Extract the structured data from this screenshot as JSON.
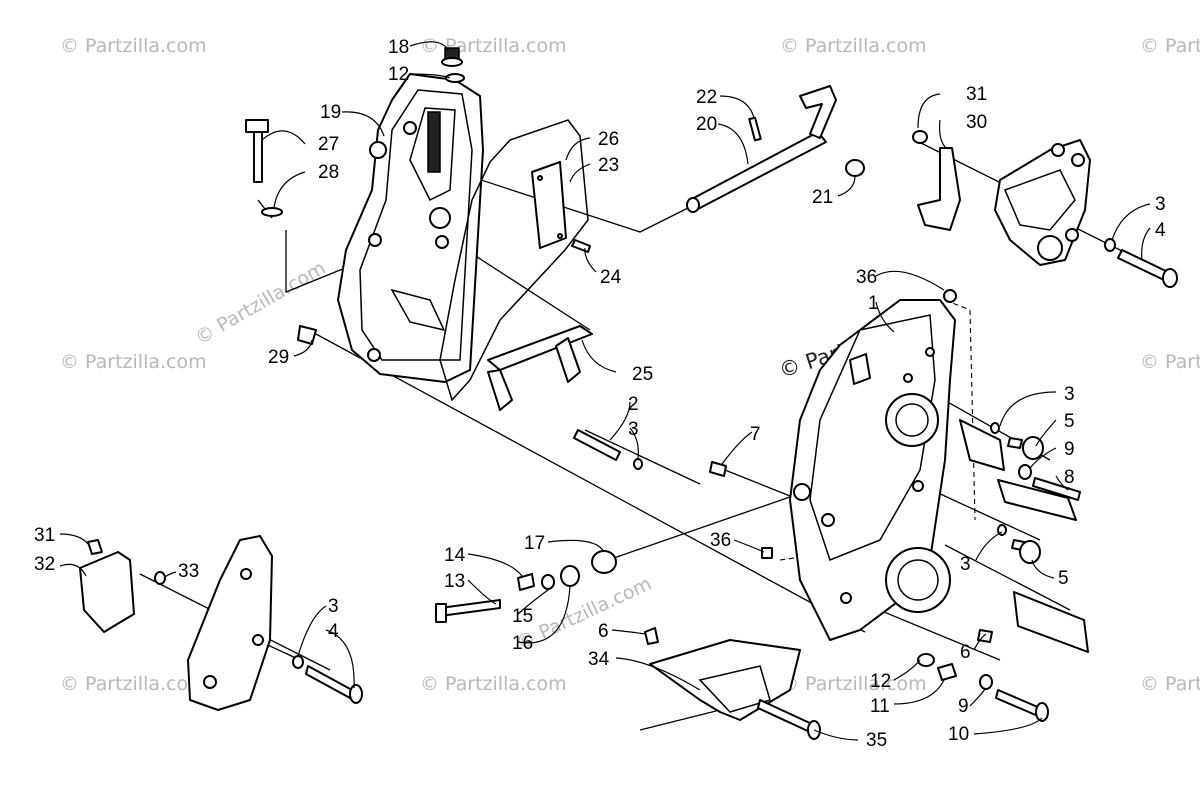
{
  "watermark": {
    "text": "© Partzilla.com"
  },
  "callouts": {
    "c1": "1",
    "c2": "2",
    "c3a": "3",
    "c3b": "3",
    "c3c": "3",
    "c3d": "3",
    "c3e": "3",
    "c4a": "4",
    "c4b": "4",
    "c5a": "5",
    "c5b": "5",
    "c6a": "6",
    "c6b": "6",
    "c7": "7",
    "c8": "8",
    "c9a": "9",
    "c9b": "9",
    "c10": "10",
    "c11": "11",
    "c12a": "12",
    "c12b": "12",
    "c13": "13",
    "c14": "14",
    "c15": "15",
    "c16": "16",
    "c17": "17",
    "c18": "18",
    "c19": "19",
    "c20": "20",
    "c21": "21",
    "c22": "22",
    "c23": "23",
    "c24": "24",
    "c25": "25",
    "c26": "26",
    "c27": "27",
    "c28": "28",
    "c29": "29",
    "c30": "30",
    "c31a": "31",
    "c31b": "31",
    "c32": "32",
    "c33": "33",
    "c34": "34",
    "c35": "35",
    "c36a": "36",
    "c36b": "36"
  }
}
